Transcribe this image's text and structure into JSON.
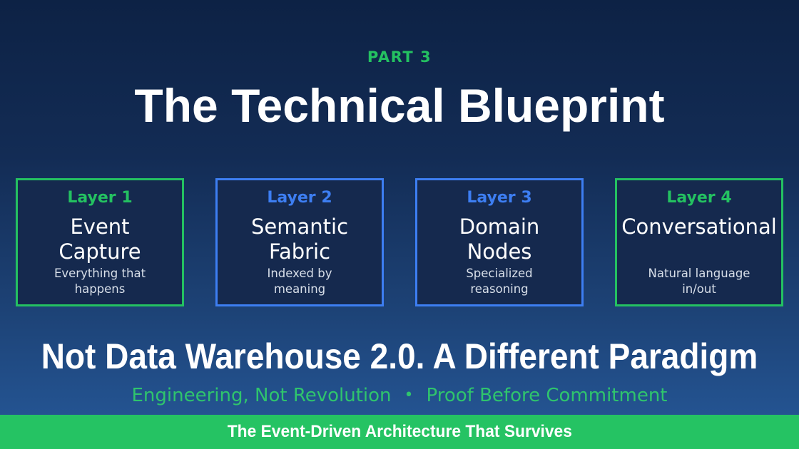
{
  "slide": {
    "kicker": "PART 3",
    "title": "The Technical Blueprint",
    "layers": [
      {
        "label": "Layer 1",
        "title": "Event Capture",
        "subtitle": "Everything that happens",
        "accent_color": "#24c161"
      },
      {
        "label": "Layer 2",
        "title": "Semantic Fabric",
        "subtitle": "Indexed by meaning",
        "accent_color": "#3d7ef2"
      },
      {
        "label": "Layer 3",
        "title": "Domain Nodes",
        "subtitle": "Specialized reasoning",
        "accent_color": "#3d7ef2"
      },
      {
        "label": "Layer 4",
        "title": "Conversational",
        "subtitle": "Natural language in/out",
        "accent_color": "#24c161"
      }
    ],
    "statement": "Not Data Warehouse 2.0. A Different Paradigm",
    "tagline_left": "Engineering, Not Revolution",
    "tagline_separator": "•",
    "tagline_right": "Proof Before Commitment",
    "footer": "The Event-Driven Architecture That Survives",
    "colors": {
      "background_top": "#0d2245",
      "background_bottom": "#26599a",
      "card_fill": "#15294e",
      "green_accent": "#24c161",
      "blue_accent": "#3d7ef2",
      "footer_bar": "#25c363",
      "subtitle_text": "#d8dfe9"
    }
  }
}
